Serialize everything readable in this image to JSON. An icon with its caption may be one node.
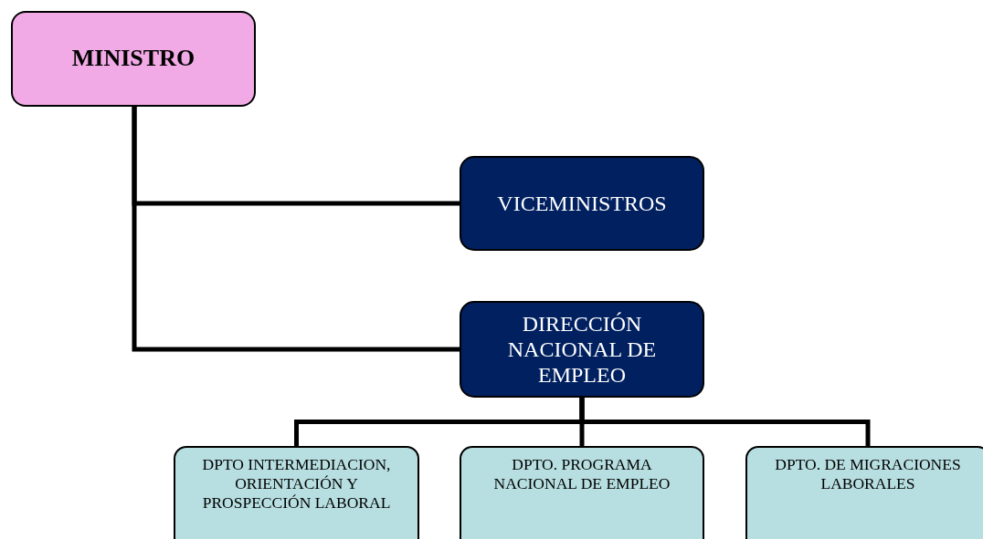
{
  "diagram": {
    "nodes": [
      {
        "text": [
          "MINISTRO"
        ]
      },
      {
        "text": [
          "VICEMINISTROS"
        ]
      },
      {
        "text": [
          "DIRECCIÓN NACIONAL DE EMPLEO"
        ]
      },
      {
        "text": [
          "DPTO INTERMEDIACION, ORIENTACIÓN Y PROSPECCIÓN LABORAL"
        ]
      },
      {
        "text": [
          "DPTO. PROGRAMA NACIONAL DE EMPLEO"
        ]
      },
      {
        "text": [
          "DPTO. DE MIGRACIONES LABORALES"
        ]
      }
    ],
    "edges": [
      {
        "from": 0,
        "to": 1,
        "arrow": "none"
      },
      {
        "from": 0,
        "to": 2,
        "arrow": "none"
      },
      {
        "from": 2,
        "to": 3,
        "arrow": "none"
      },
      {
        "from": 2,
        "to": 4,
        "arrow": "none"
      },
      {
        "from": 2,
        "to": 5,
        "arrow": "none"
      }
    ]
  }
}
